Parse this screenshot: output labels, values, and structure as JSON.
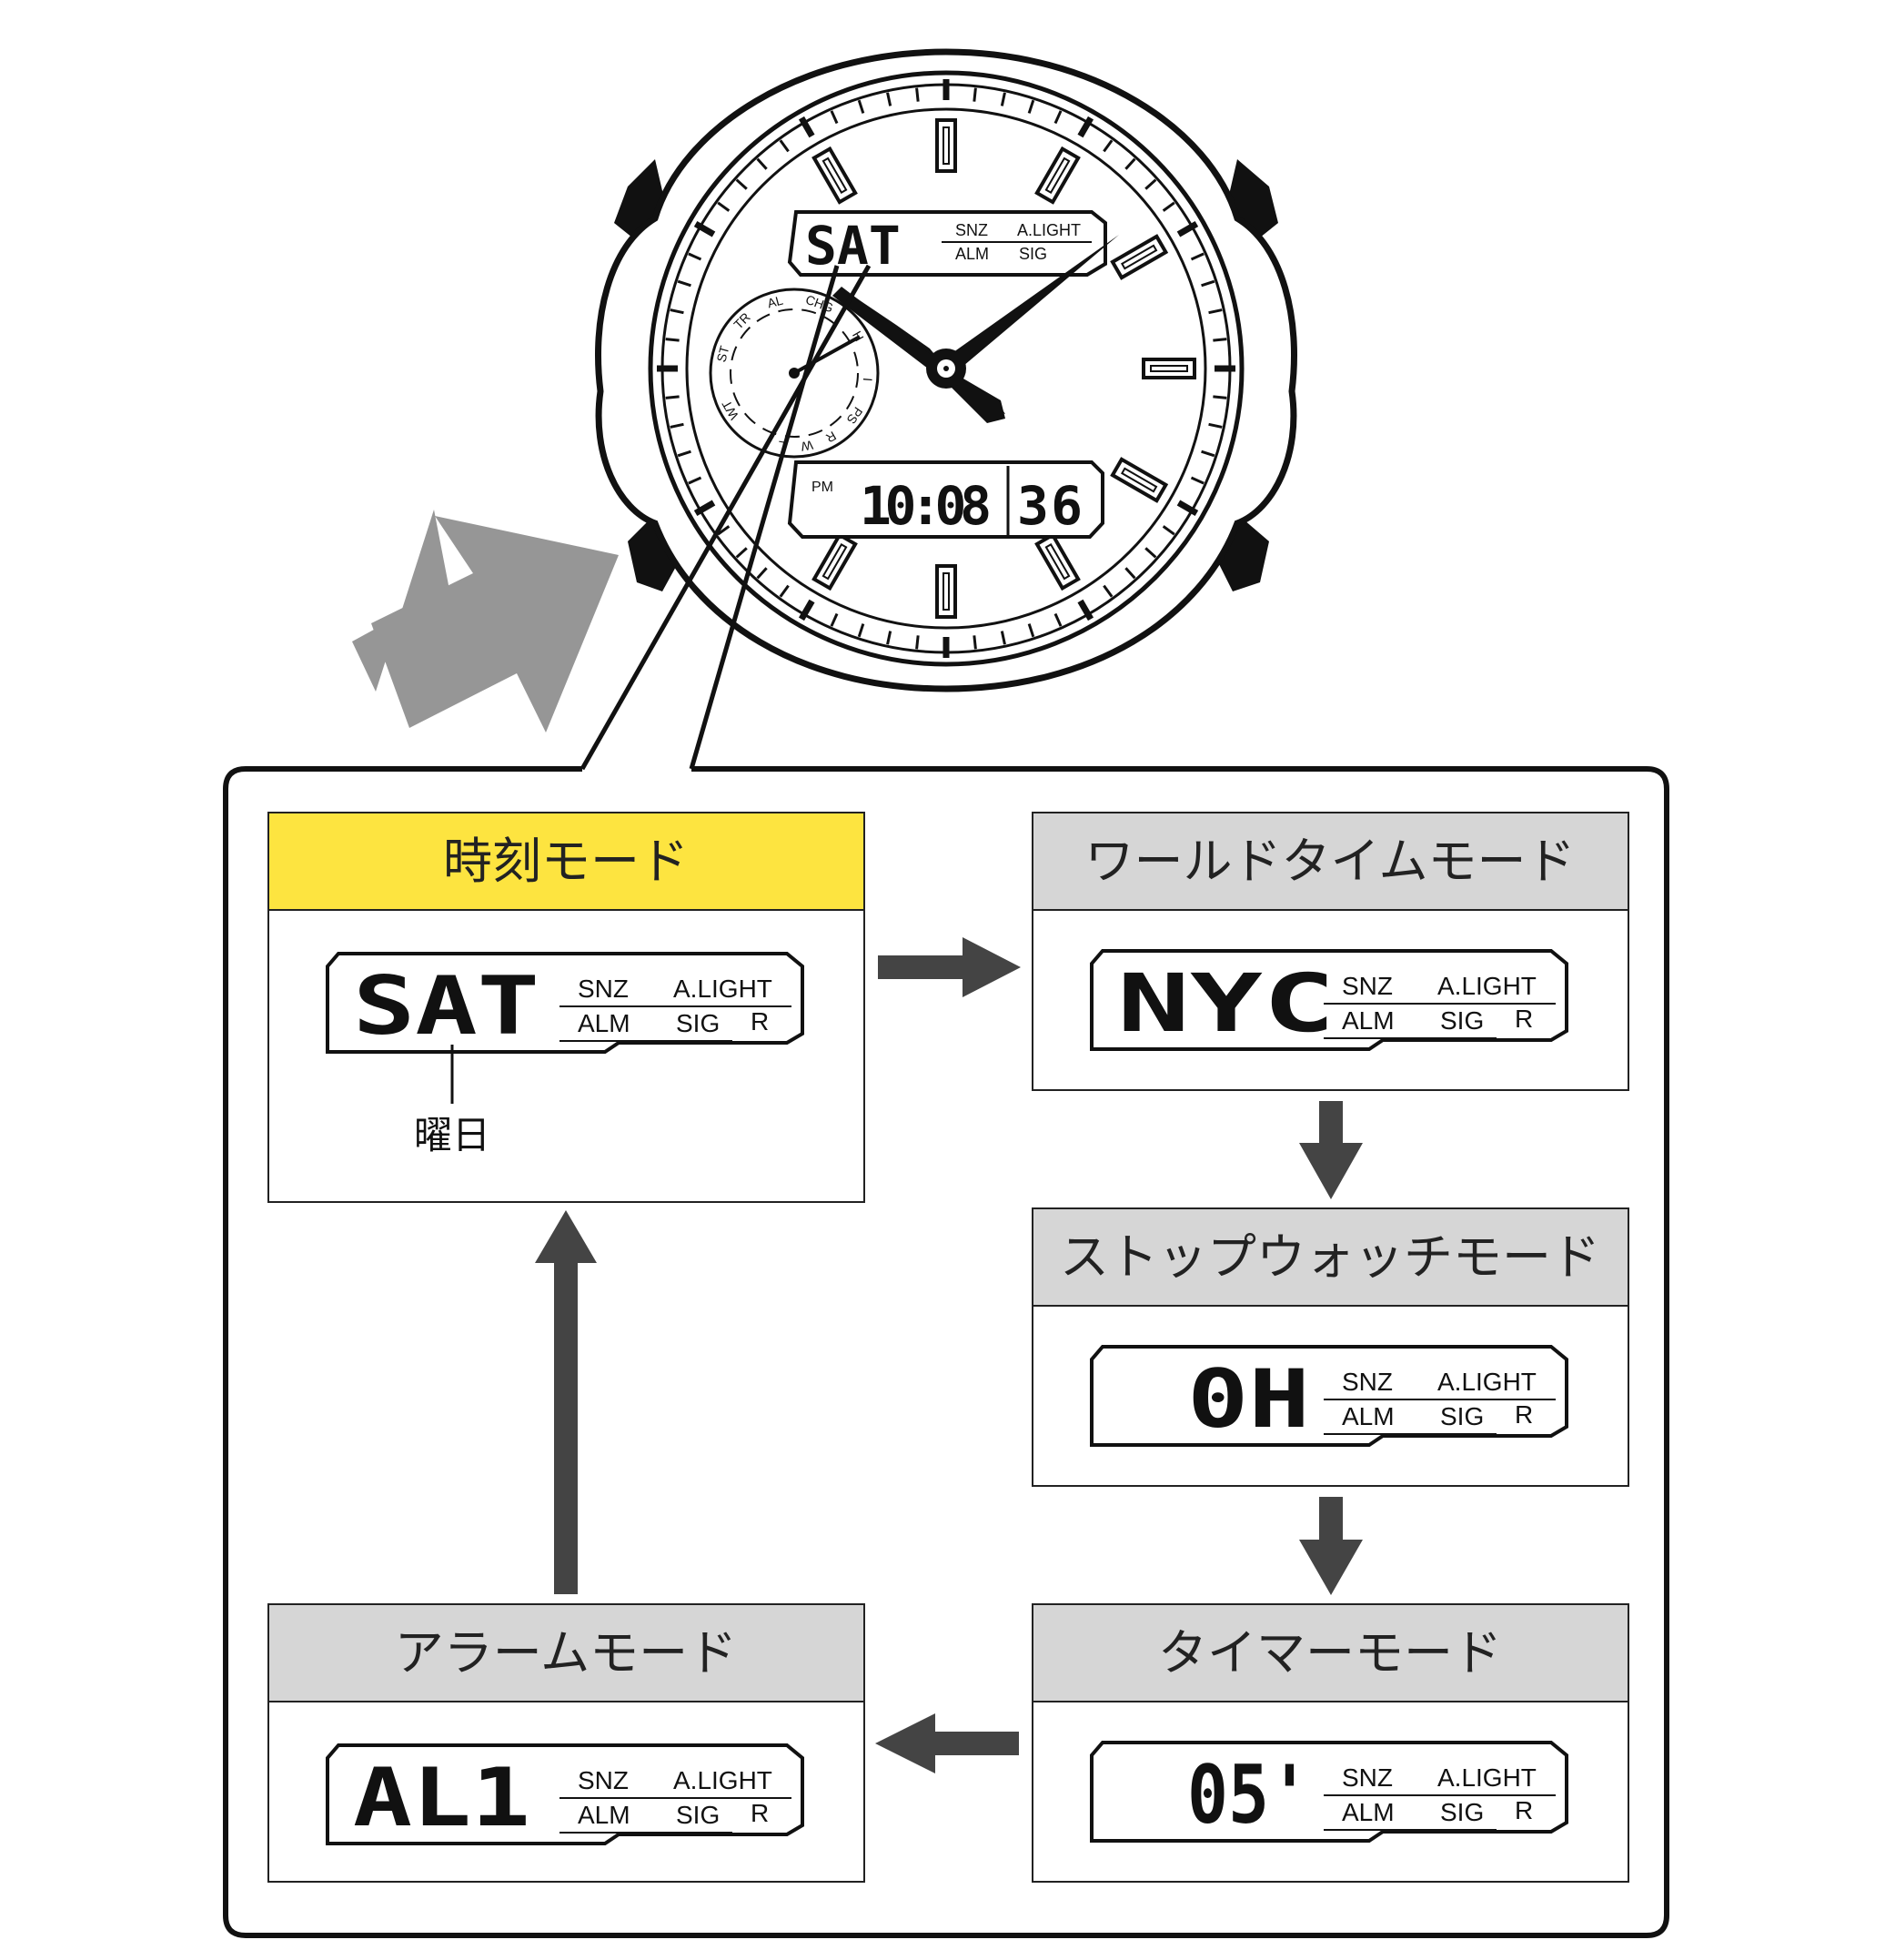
{
  "watch": {
    "day_display": "SAT",
    "indicators": {
      "snz": "SNZ",
      "alight": "A.LIGHT",
      "alm": "ALM",
      "sig": "SIG"
    },
    "pm": "PM",
    "time": "10:08",
    "seconds": "36",
    "subdial_labels": [
      "CHG",
      "AL",
      "TR",
      "ST",
      "WT",
      "L",
      "W",
      "R",
      "PS",
      "I",
      "H"
    ]
  },
  "modes": {
    "time": {
      "title": "時刻モード",
      "display": "SAT",
      "callout": "曜日",
      "title_bg": "#fde440",
      "active": true
    },
    "world": {
      "title": "ワールドタイムモード",
      "display": "NYC",
      "title_bg": "#d6d6d6"
    },
    "stopwatch": {
      "title": "ストップウォッチモード",
      "display": "0H",
      "title_bg": "#d6d6d6"
    },
    "timer": {
      "title": "タイマーモード",
      "display": "05'",
      "title_bg": "#d6d6d6"
    },
    "alarm": {
      "title": "アラームモード",
      "display": "AL1",
      "title_bg": "#d6d6d6"
    }
  },
  "lcd_indicators": {
    "snz": "SNZ",
    "alight": "A.LIGHT",
    "alm": "ALM",
    "sig": "SIG",
    "r": "R"
  },
  "colors": {
    "arrow": "#444444",
    "pointer_arrow": "#969696",
    "highlight": "#fde440",
    "header_gray": "#d6d6d6"
  }
}
